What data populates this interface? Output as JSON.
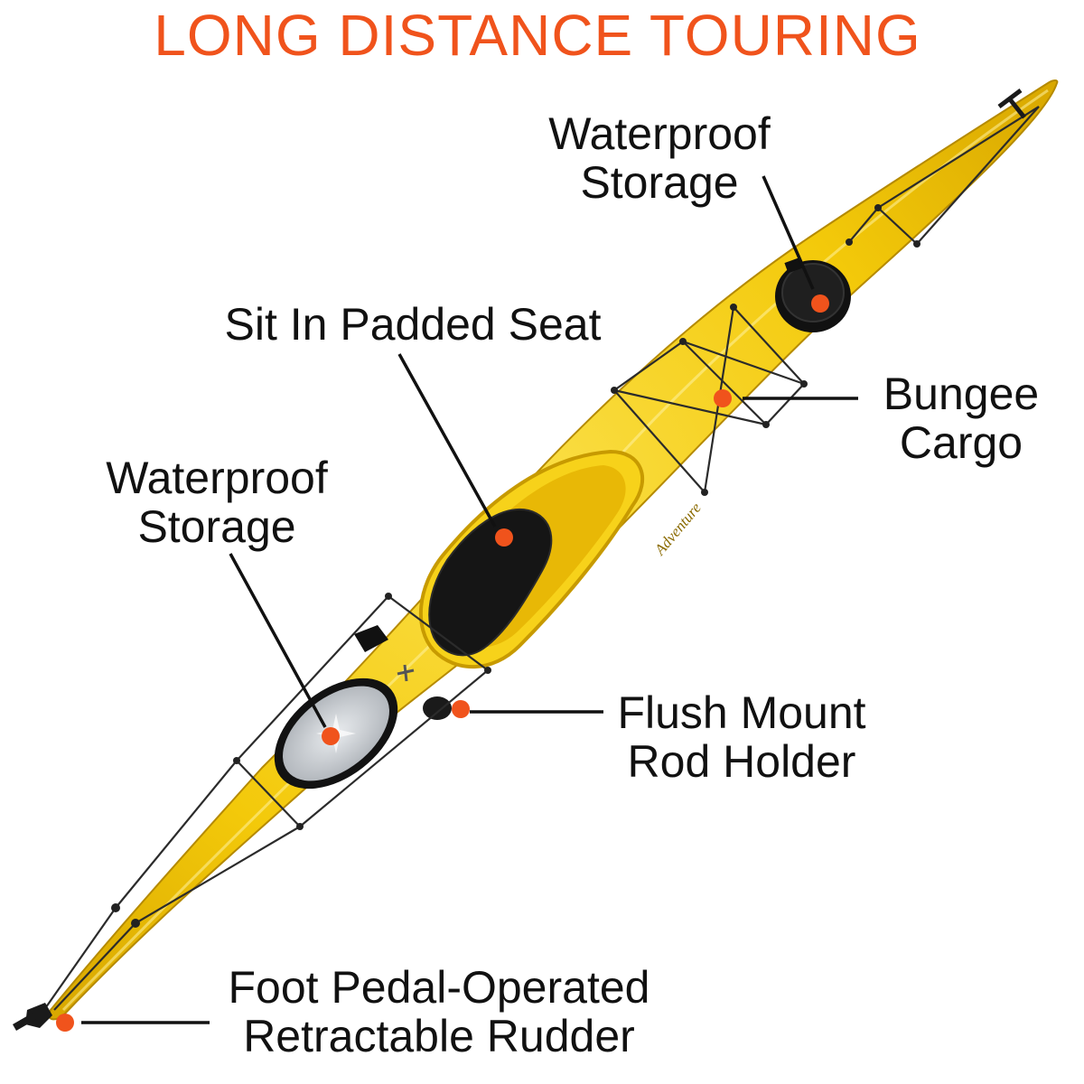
{
  "title": "LONG DISTANCE TOURING",
  "accent_color": "#f0531c",
  "kayak": {
    "hull_color": "#f5cd0b",
    "brand_text": "Adventure"
  },
  "callouts": [
    {
      "id": "storage-front",
      "lines": [
        "Waterproof",
        "Storage"
      ]
    },
    {
      "id": "seat",
      "lines": [
        "Sit In Padded Seat"
      ]
    },
    {
      "id": "bungee",
      "lines": [
        "Bungee",
        "Cargo"
      ]
    },
    {
      "id": "storage-rear",
      "lines": [
        "Waterproof",
        "Storage"
      ]
    },
    {
      "id": "rod-holder",
      "lines": [
        "Flush Mount",
        "Rod Holder"
      ]
    },
    {
      "id": "rudder",
      "lines": [
        "Foot Pedal-Operated",
        "Retractable Rudder"
      ]
    }
  ]
}
